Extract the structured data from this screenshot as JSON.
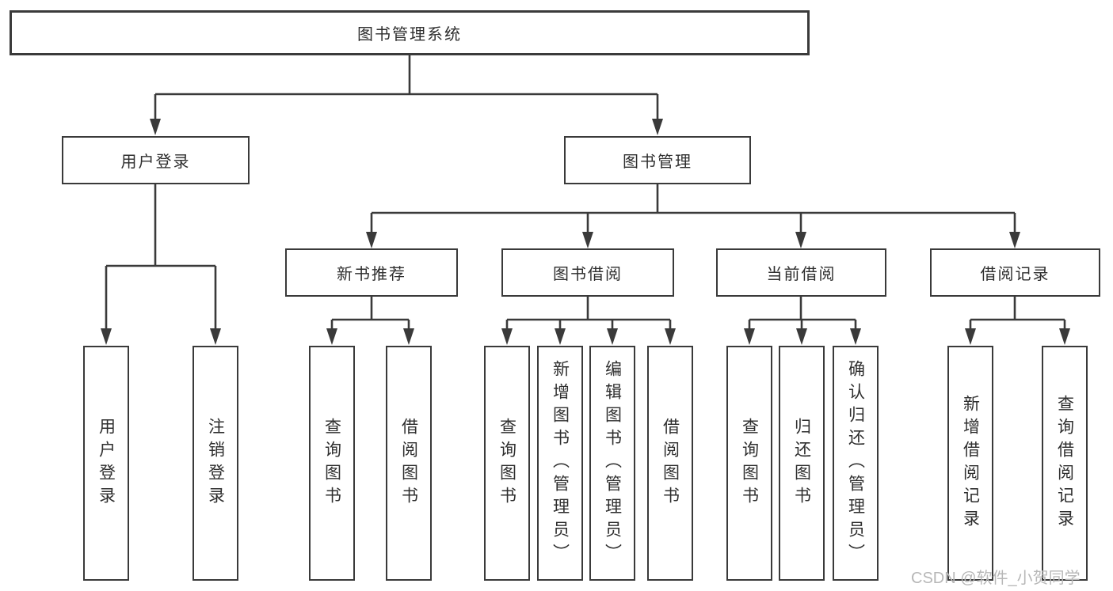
{
  "tree": {
    "root": {
      "label": "图书管理系统"
    },
    "branches": [
      {
        "label": "用户登录",
        "children": [
          {
            "label": "用户登录"
          },
          {
            "label": "注销登录"
          }
        ]
      },
      {
        "label": "图书管理",
        "sections": [
          {
            "label": "新书推荐",
            "children": [
              {
                "label": "查询图书"
              },
              {
                "label": "借阅图书"
              }
            ]
          },
          {
            "label": "图书借阅",
            "children": [
              {
                "label": "查询图书"
              },
              {
                "label": "新增图书（管理员）"
              },
              {
                "label": "编辑图书（管理员）"
              },
              {
                "label": "借阅图书"
              }
            ]
          },
          {
            "label": "当前借阅",
            "children": [
              {
                "label": "查询图书"
              },
              {
                "label": "归还图书"
              },
              {
                "label": "确认归还（管理员）"
              }
            ]
          },
          {
            "label": "借阅记录",
            "children": [
              {
                "label": "新增借阅记录"
              },
              {
                "label": "查询借阅记录"
              }
            ]
          }
        ]
      }
    ]
  },
  "watermark": "CSDN @软件_小贺同学",
  "colors": {
    "line": "#3a3a3a",
    "text": "#2e2e2e",
    "background": "#ffffff",
    "watermark": "#b7b7b7"
  }
}
